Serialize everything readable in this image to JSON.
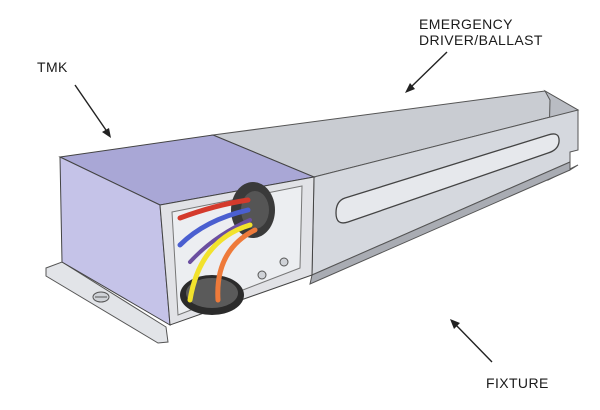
{
  "labels": {
    "tmk": "TMK",
    "driver_line1": "EMERGENCY",
    "driver_line2": "DRIVER/BALLAST",
    "fixture": "FIXTURE"
  },
  "colors": {
    "tmk_box": "#b4b2dc",
    "fixture_metal": "#d3d6dc",
    "wire_red": "#d43a2c",
    "wire_blue": "#4a5fd0",
    "wire_yellow": "#f2e22c",
    "wire_orange": "#ee7a3a",
    "grommet": "#3a3a3a"
  }
}
